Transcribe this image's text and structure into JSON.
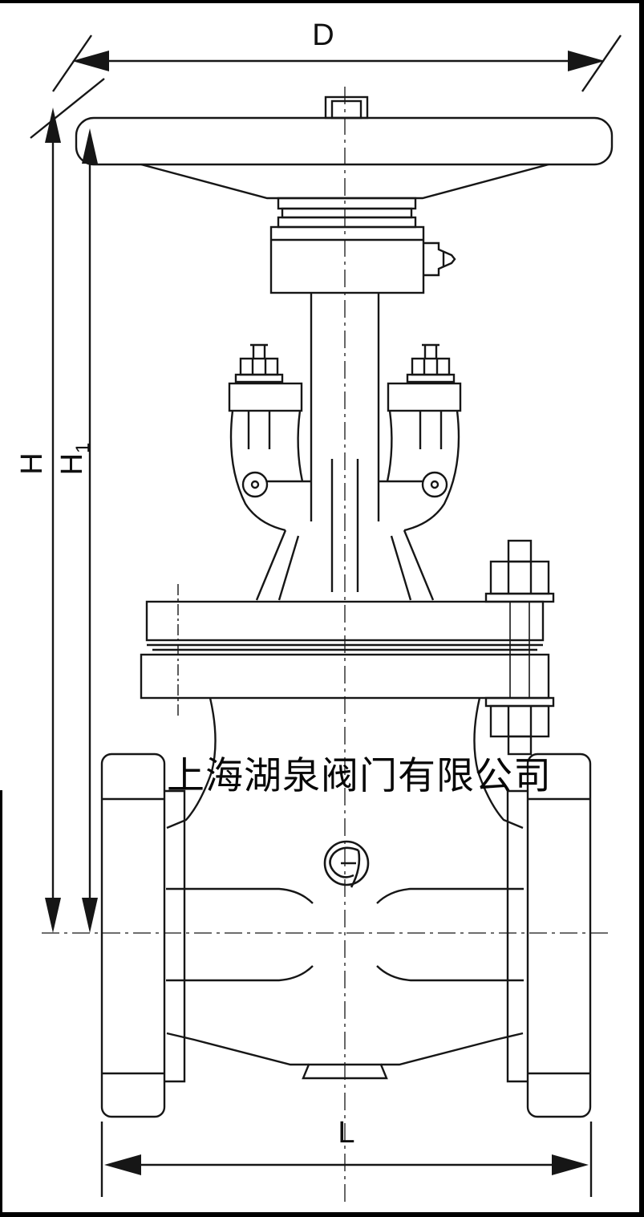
{
  "drawing": {
    "kind": "gate-valve-front-elevation",
    "watermark": {
      "company": "上海湖泉阀门有限公司"
    },
    "dimensions": {
      "d_label": "D",
      "h_label": "H",
      "h1_base": "H",
      "h1_sub": "1",
      "l_label": "L"
    },
    "colors": {
      "line": "#161616",
      "background": "#ffffff"
    },
    "icons": {
      "logo": "manufacturer-logo-emblem"
    }
  }
}
